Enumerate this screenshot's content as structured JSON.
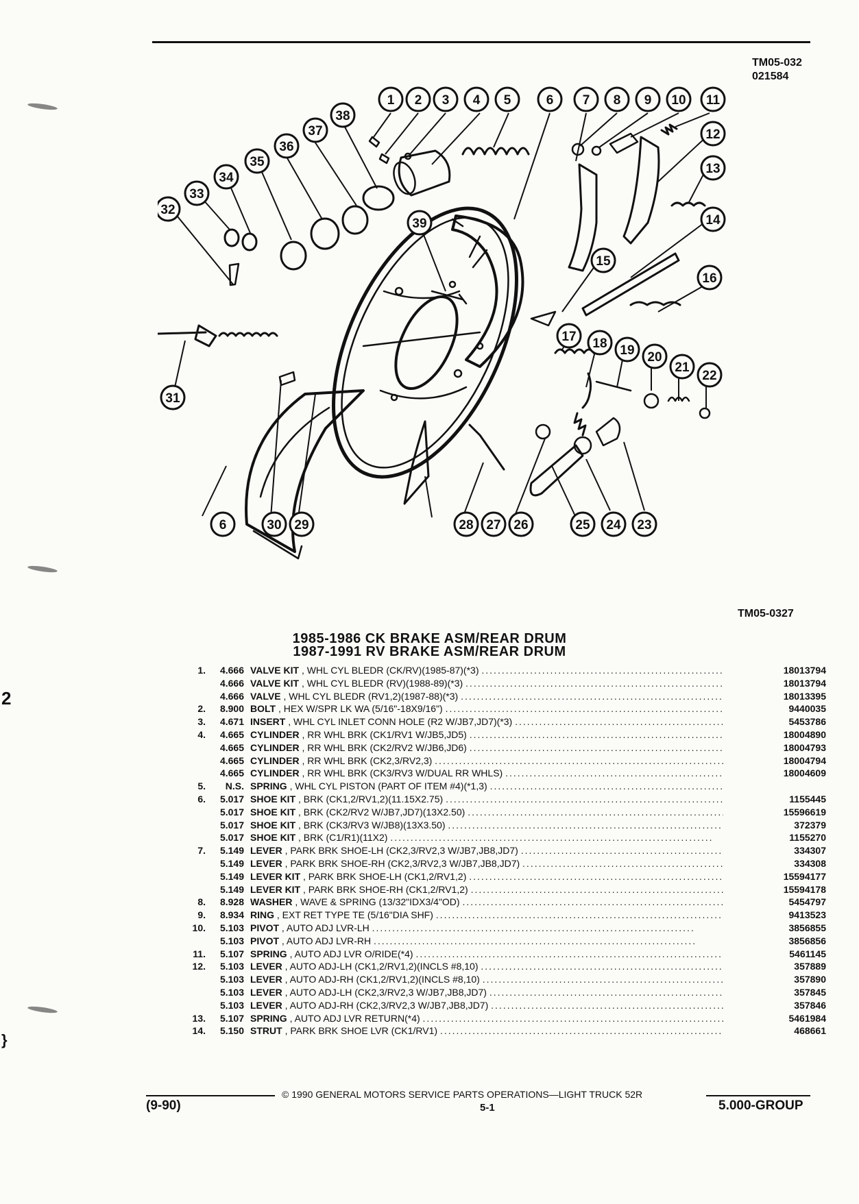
{
  "header": {
    "code1": "TM05-032",
    "code2": "021584"
  },
  "diagram": {
    "callouts": [
      "1",
      "2",
      "3",
      "4",
      "5",
      "6",
      "7",
      "8",
      "9",
      "10",
      "11",
      "12",
      "13",
      "14",
      "15",
      "16",
      "17",
      "18",
      "19",
      "20",
      "21",
      "22",
      "23",
      "24",
      "25",
      "26",
      "27",
      "28",
      "29",
      "30",
      "31",
      "32",
      "33",
      "34",
      "35",
      "36",
      "37",
      "38",
      "39",
      "6"
    ],
    "ref_code": "TM05-0327"
  },
  "titles": {
    "line1": "1985-1986 CK BRAKE ASM/REAR DRUM",
    "line2": "1987-1991 RV BRAKE ASM/REAR DRUM"
  },
  "parts": [
    {
      "item": "1.",
      "group": "4.666",
      "name": "VALVE KIT",
      "desc": ", WHL CYL BLEDR (CK/RV)(1985-87)(*3)",
      "part": "18013794"
    },
    {
      "item": "",
      "group": "4.666",
      "name": "VALVE KIT",
      "desc": ", WHL CYL BLEDR (RV)(1988-89)(*3)",
      "part": "18013794"
    },
    {
      "item": "",
      "group": "4.666",
      "name": "VALVE",
      "desc": ", WHL CYL BLEDR (RV1,2)(1987-88)(*3)",
      "part": "18013395"
    },
    {
      "item": "2.",
      "group": "8.900",
      "name": "BOLT",
      "desc": ", HEX W/SPR LK WA (5/16\"-18X9/16\")",
      "part": "9440035"
    },
    {
      "item": "3.",
      "group": "4.671",
      "name": "INSERT",
      "desc": ", WHL CYL INLET CONN HOLE (R2 W/JB7,JD7)(*3)",
      "part": "5453786"
    },
    {
      "item": "4.",
      "group": "4.665",
      "name": "CYLINDER",
      "desc": ", RR WHL BRK (CK1/RV1 W/JB5,JD5)",
      "part": "18004890"
    },
    {
      "item": "",
      "group": "4.665",
      "name": "CYLINDER",
      "desc": ", RR WHL BRK (CK2/RV2 W/JB6,JD6)",
      "part": "18004793"
    },
    {
      "item": "",
      "group": "4.665",
      "name": "CYLINDER",
      "desc": ", RR WHL BRK (CK2,3/RV2,3)",
      "part": "18004794"
    },
    {
      "item": "",
      "group": "4.665",
      "name": "CYLINDER",
      "desc": ", RR WHL BRK (CK3/RV3 W/DUAL RR WHLS)",
      "part": "18004609"
    },
    {
      "item": "5.",
      "group": "N.S.",
      "name": "SPRING",
      "desc": ", WHL CYL PISTON (PART OF ITEM #4)(*1,3)",
      "part": ""
    },
    {
      "item": "6.",
      "group": "5.017",
      "name": "SHOE KIT",
      "desc": ", BRK (CK1,2/RV1,2)(11.15X2.75)",
      "part": "1155445"
    },
    {
      "item": "",
      "group": "5.017",
      "name": "SHOE KIT",
      "desc": ", BRK (CK2/RV2 W/JB7,JD7)(13X2.50)",
      "part": "15596619"
    },
    {
      "item": "",
      "group": "5.017",
      "name": "SHOE KIT",
      "desc": ", BRK (CK3/RV3 W/JB8)(13X3.50)",
      "part": "372379"
    },
    {
      "item": "",
      "group": "5.017",
      "name": "SHOE KIT",
      "desc": ", BRK (C1/R1)(11X2)",
      "part": "1155270"
    },
    {
      "item": "7.",
      "group": "5.149",
      "name": "LEVER",
      "desc": ", PARK BRK SHOE-LH (CK2,3/RV2,3 W/JB7,JB8,JD7)",
      "part": "334307"
    },
    {
      "item": "",
      "group": "5.149",
      "name": "LEVER",
      "desc": ", PARK BRK SHOE-RH (CK2,3/RV2,3 W/JB7,JB8,JD7)",
      "part": "334308"
    },
    {
      "item": "",
      "group": "5.149",
      "name": "LEVER KIT",
      "desc": ", PARK BRK SHOE-LH (CK1,2/RV1,2)",
      "part": "15594177"
    },
    {
      "item": "",
      "group": "5.149",
      "name": "LEVER KIT",
      "desc": ", PARK BRK SHOE-RH (CK1,2/RV1,2)",
      "part": "15594178"
    },
    {
      "item": "8.",
      "group": "8.928",
      "name": "WASHER",
      "desc": ", WAVE & SPRING (13/32\"IDX3/4\"OD)",
      "part": "5454797"
    },
    {
      "item": "9.",
      "group": "8.934",
      "name": "RING",
      "desc": ", EXT RET TYPE TE (5/16\"DIA SHF)",
      "part": "9413523"
    },
    {
      "item": "10.",
      "group": "5.103",
      "name": "PIVOT",
      "desc": ", AUTO ADJ LVR-LH",
      "part": "3856855"
    },
    {
      "item": "",
      "group": "5.103",
      "name": "PIVOT",
      "desc": ", AUTO ADJ LVR-RH",
      "part": "3856856"
    },
    {
      "item": "11.",
      "group": "5.107",
      "name": "SPRING",
      "desc": ", AUTO ADJ LVR O/RIDE(*4)",
      "part": "5461145"
    },
    {
      "item": "12.",
      "group": "5.103",
      "name": "LEVER",
      "desc": ", AUTO ADJ-LH (CK1,2/RV1,2)(INCLS #8,10)",
      "part": "357889"
    },
    {
      "item": "",
      "group": "5.103",
      "name": "LEVER",
      "desc": ", AUTO ADJ-RH (CK1,2/RV1,2)(INCLS #8,10)",
      "part": "357890"
    },
    {
      "item": "",
      "group": "5.103",
      "name": "LEVER",
      "desc": ", AUTO ADJ-LH (CK2,3/RV2,3 W/JB7,JB8,JD7)",
      "part": "357845"
    },
    {
      "item": "",
      "group": "5.103",
      "name": "LEVER",
      "desc": ", AUTO ADJ-RH (CK2,3/RV2,3 W/JB7,JB8,JD7)",
      "part": "357846"
    },
    {
      "item": "13.",
      "group": "5.107",
      "name": "SPRING",
      "desc": ", AUTO ADJ LVR RETURN(*4)",
      "part": "5461984"
    },
    {
      "item": "14.",
      "group": "5.150",
      "name": "STRUT",
      "desc": ", PARK BRK SHOE LVR (CK1/RV1)",
      "part": "468661"
    }
  ],
  "footer": {
    "copyright": "© 1990 GENERAL MOTORS SERVICE PARTS OPERATIONS—LIGHT TRUCK 52R",
    "date": "(9-90)",
    "page": "5-1",
    "group": "5.000-GROUP"
  },
  "margin_marks": [
    "2",
    "}"
  ]
}
